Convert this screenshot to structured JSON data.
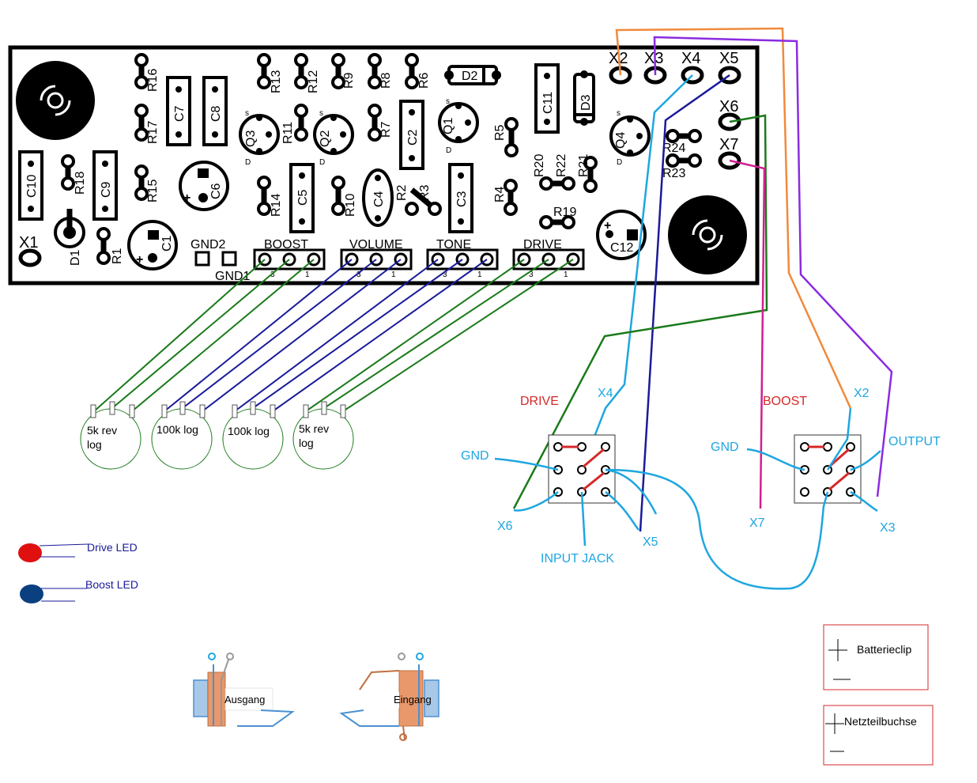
{
  "board": {
    "terminals": [
      "X1",
      "X2",
      "X3",
      "X4",
      "X5",
      "X6",
      "X7"
    ],
    "resistors": [
      "R1",
      "R2",
      "R3",
      "R4",
      "R5",
      "R6",
      "R7",
      "R8",
      "R9",
      "R10",
      "R11",
      "R12",
      "R13",
      "R14",
      "R15",
      "R16",
      "R17",
      "R18",
      "R19",
      "R20",
      "R21",
      "R22",
      "R23",
      "R24"
    ],
    "capacitors": [
      "C1",
      "C2",
      "C3",
      "C4",
      "C5",
      "C6",
      "C7",
      "C8",
      "C9",
      "C10",
      "C11",
      "C12"
    ],
    "transistors": [
      "Q1",
      "Q2",
      "Q3",
      "Q4"
    ],
    "diodes": [
      "D1",
      "D2",
      "D3"
    ],
    "pin_s": "s",
    "pin_d": "D",
    "plus": "+",
    "gnd2": "GND2",
    "gnd1": "GND1",
    "pot_headers": [
      "BOOST",
      "VOLUME",
      "TONE",
      "DRIVE"
    ],
    "pin3": "3",
    "pin1": "1"
  },
  "pots": [
    "5k rev log",
    "100k log",
    "100k log",
    "5k rev log"
  ],
  "switches": {
    "drive": {
      "title": "DRIVE",
      "x4": "X4",
      "gnd": "GND",
      "x6": "X6",
      "x5": "X5",
      "input": "INPUT JACK"
    },
    "boost": {
      "title": "BOOST",
      "x2": "X2",
      "gnd": "GND",
      "output": "OUTPUT",
      "x7": "X7",
      "x3": "X3"
    }
  },
  "leds": {
    "drive": "Drive LED",
    "boost": "Boost LED"
  },
  "jacks": {
    "out": "Ausgang",
    "in": "Eingang"
  },
  "power": {
    "battery": "Batterieclip",
    "psu": "Netzteilbuchse"
  },
  "colors": {
    "green": "#1a7a1a",
    "navy": "#1a1a9a",
    "blue": "#1ea6e0",
    "orange": "#f08a3c",
    "purple": "#8a2be2",
    "magenta": "#d02090",
    "red": "#d62828"
  }
}
